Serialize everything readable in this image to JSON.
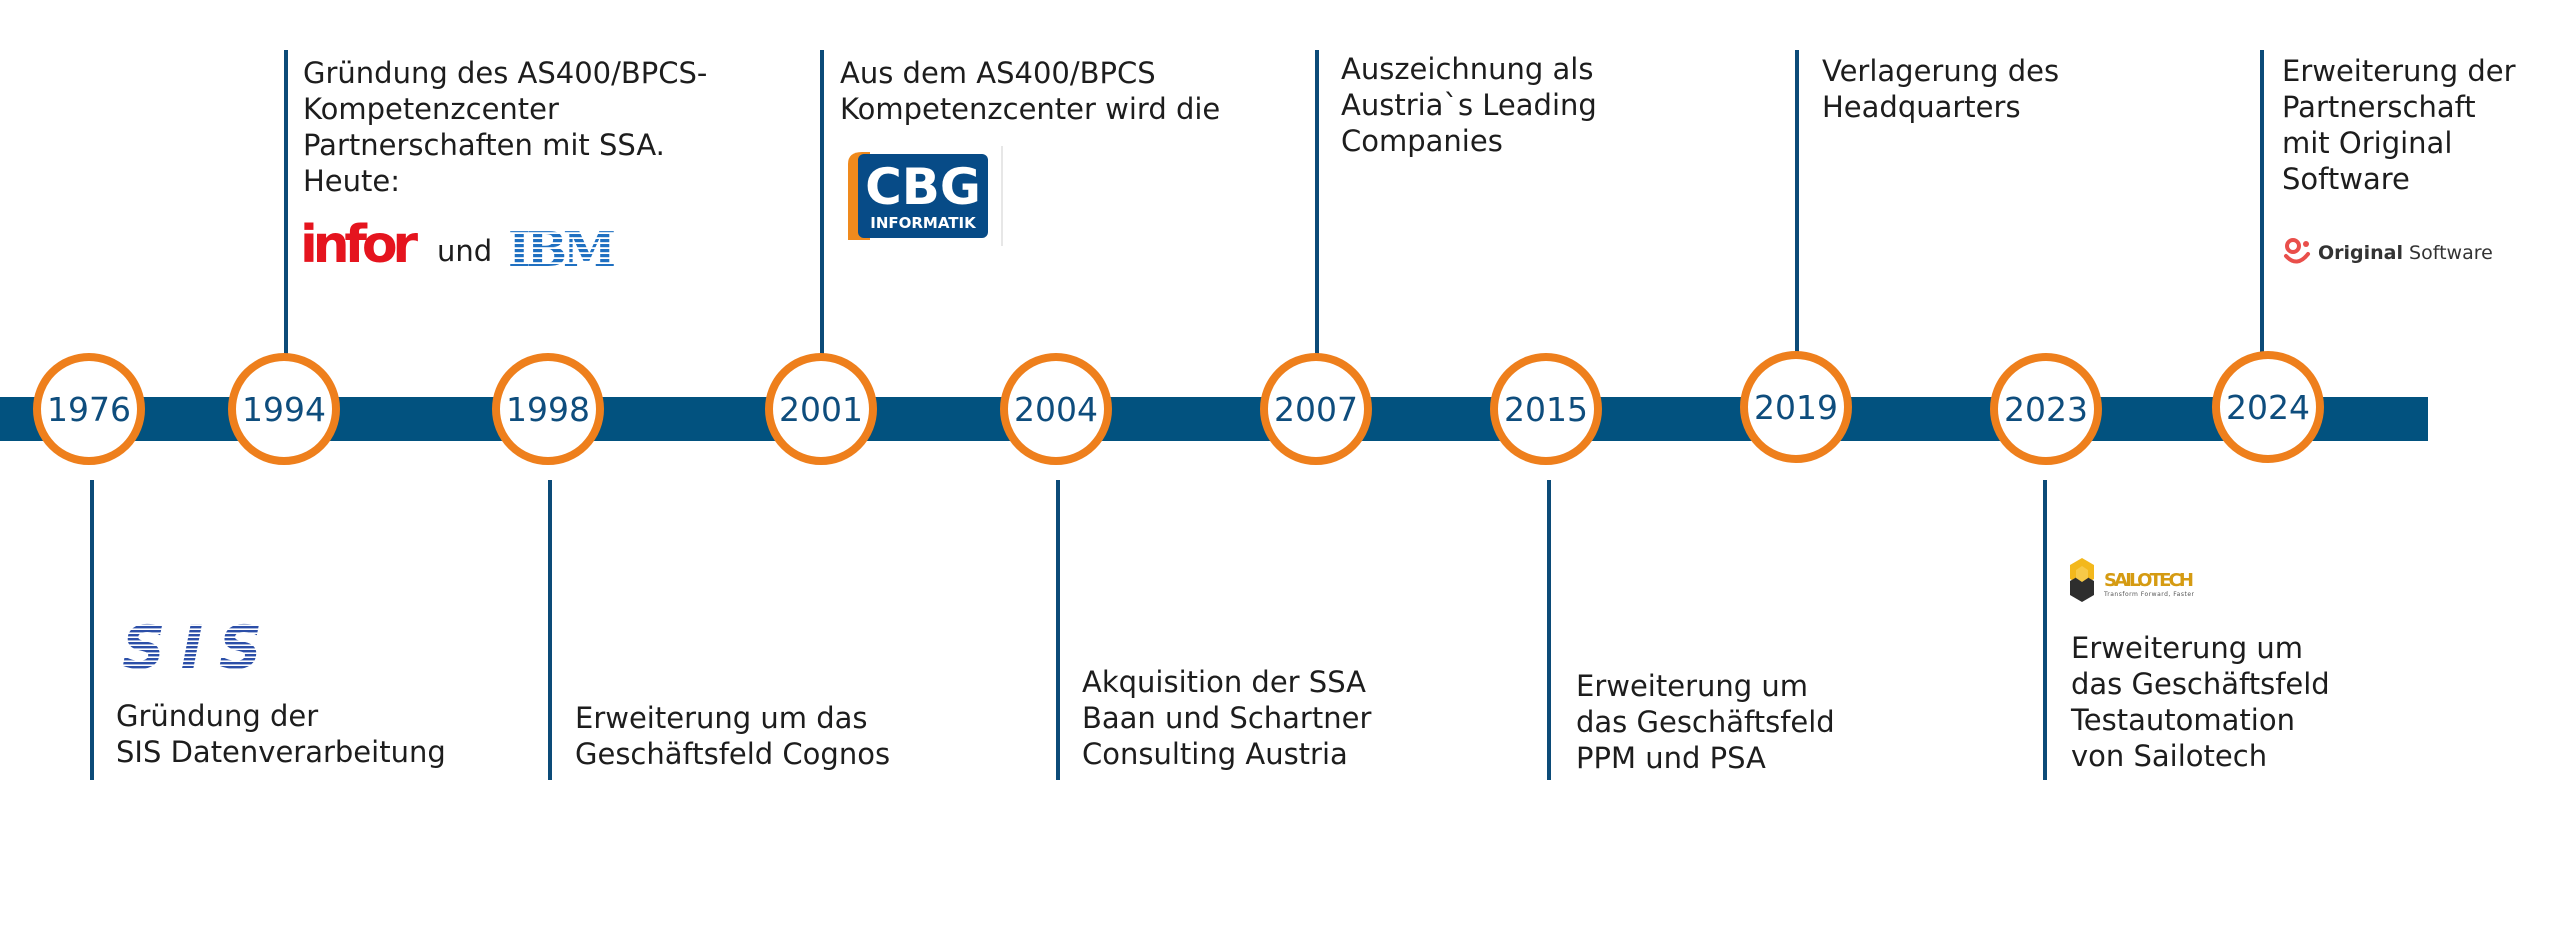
{
  "timeline": {
    "milestones": [
      {
        "year": "1976",
        "text": "Gründung der\nSIS Datenverarbeitung",
        "logo": "sis-logo"
      },
      {
        "year": "1994",
        "text": "Gründung des AS400/BPCS-\nKompetenzcenter\nPartnerschaften mit SSA.\nHeute:",
        "logos": [
          "infor-logo",
          "ibm-logo"
        ],
        "connector": "und"
      },
      {
        "year": "1998",
        "text": "Erweiterung um das\nGeschäftsfeld Cognos"
      },
      {
        "year": "2001",
        "text": "Aus dem AS400/BPCS\nKompetenzcenter wird die",
        "logo": "cbg-informatik-logo"
      },
      {
        "year": "2004",
        "text": "Akquisition der SSA\nBaan und Schartner\nConsulting Austria"
      },
      {
        "year": "2007",
        "text": "Auszeichnung als\nAustria`s Leading\nCompanies"
      },
      {
        "year": "2015",
        "text": "Erweiterung um\ndas Geschäftsfeld\nPPM und PSA"
      },
      {
        "year": "2019",
        "text": "Verlagerung des\nHeadquarters"
      },
      {
        "year": "2023",
        "text": "Erweiterung um\ndas Geschäftsfeld\nTestautomation\nvon Sailotech",
        "logo": "sailotech-logo"
      },
      {
        "year": "2024",
        "text": "Erweiterung der\nPartnerschaft\nmit Original\nSoftware",
        "logo": "original-software-logo"
      }
    ]
  },
  "logos": {
    "sis": "SIS",
    "infor": "infor",
    "ibm": "IBM",
    "cbg_main": "CBG",
    "cbg_sub": "INFORMATIK",
    "sailotech_main": "SAILOTECH",
    "sailotech_tag": "Transform Forward, Faster",
    "original_bold": "Original",
    "original_light": " Software"
  },
  "colors": {
    "bar": "#02527f",
    "circle_border": "#ee7f1c",
    "year_text": "#0e4d7d",
    "infor_red": "#e5141e",
    "ibm_blue": "#1f70c1",
    "cbg_blue": "#074b87",
    "cbg_orange": "#f08a1d",
    "original_red": "#e94f4b"
  }
}
